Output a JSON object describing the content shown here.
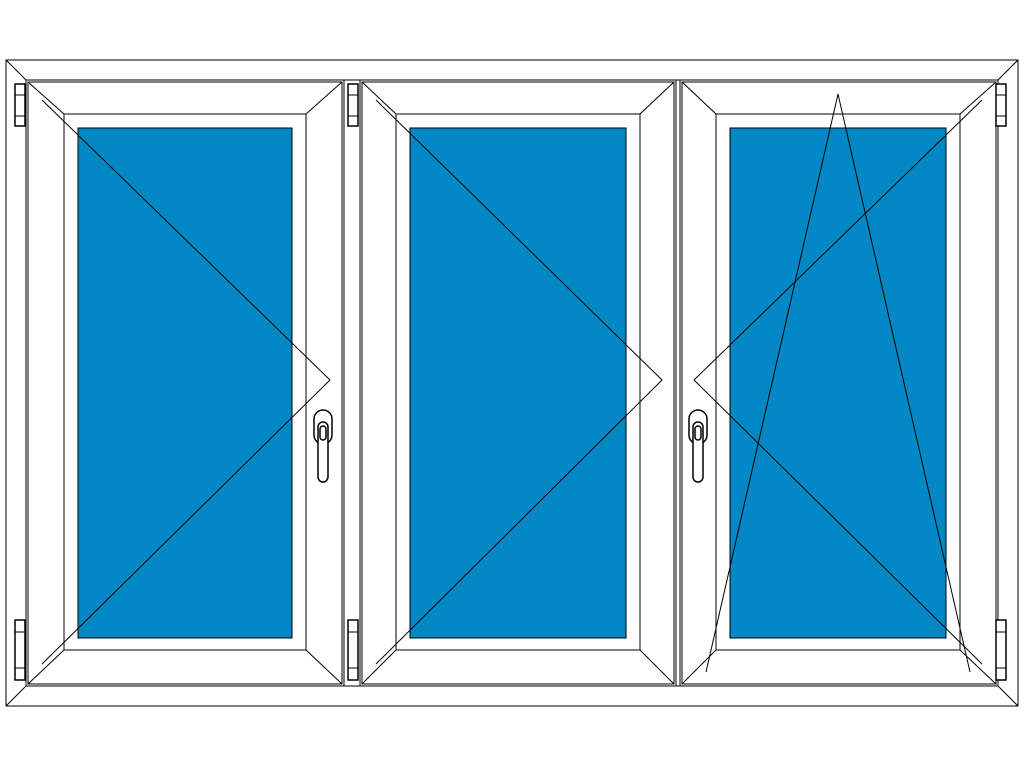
{
  "colors": {
    "glass": "#0288C4",
    "frame": "#FFFFFF",
    "outline": "#000000"
  },
  "window": {
    "sashes": [
      {
        "name": "left",
        "opening": "turn",
        "hinge_side": "left",
        "handle": true
      },
      {
        "name": "middle",
        "opening": "turn",
        "hinge_side": "left",
        "handle": false
      },
      {
        "name": "right",
        "opening": "tilt-turn",
        "hinge_side": "right",
        "handle": true
      }
    ]
  }
}
